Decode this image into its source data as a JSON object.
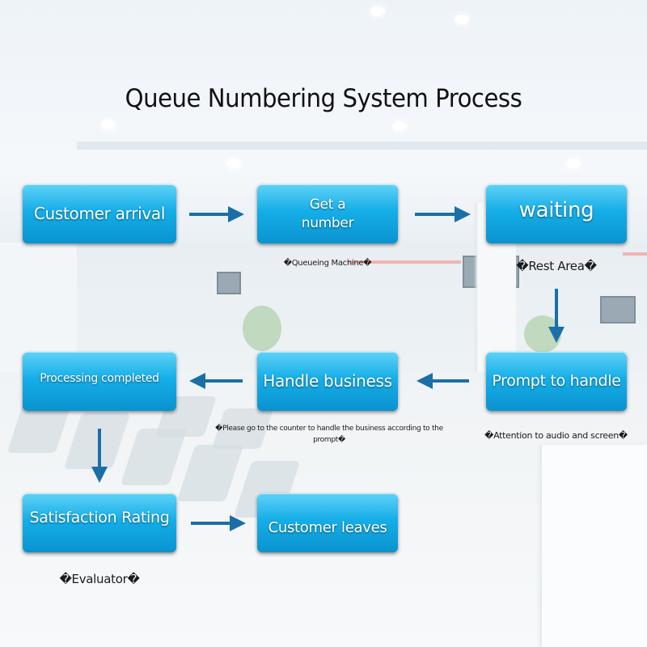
{
  "diagram": {
    "title": "Queue Numbering System Process",
    "nodes": [
      {
        "id": "customer-arrival",
        "label": "Customer arrival"
      },
      {
        "id": "get-number",
        "label_line1": "Get a",
        "label_line2": "number"
      },
      {
        "id": "waiting",
        "label": "waiting"
      },
      {
        "id": "prompt-to-handle",
        "label": "Prompt to handle"
      },
      {
        "id": "handle-business",
        "label": "Handle business"
      },
      {
        "id": "processing-completed",
        "label": "Processing completed"
      },
      {
        "id": "satisfaction-rating",
        "label": "Satisfaction Rating"
      },
      {
        "id": "customer-leaves",
        "label": "Customer leaves"
      }
    ],
    "notes": {
      "queueing_machine": "�Queueing Machine�",
      "rest_area": "�Rest Area�",
      "counter": "�Please go to the counter to handle the business according to the prompt�",
      "attention": "�Attention to audio and screen�",
      "evaluator": "�Evaluator�"
    },
    "edges": [
      {
        "from": "customer-arrival",
        "to": "get-number"
      },
      {
        "from": "get-number",
        "to": "waiting"
      },
      {
        "from": "waiting",
        "to": "prompt-to-handle"
      },
      {
        "from": "prompt-to-handle",
        "to": "handle-business"
      },
      {
        "from": "handle-business",
        "to": "processing-completed"
      },
      {
        "from": "processing-completed",
        "to": "satisfaction-rating"
      },
      {
        "from": "satisfaction-rating",
        "to": "customer-leaves"
      }
    ],
    "colors": {
      "node_fill": "#15aee8",
      "arrow": "#1a6fa8",
      "title": "#111111"
    }
  }
}
